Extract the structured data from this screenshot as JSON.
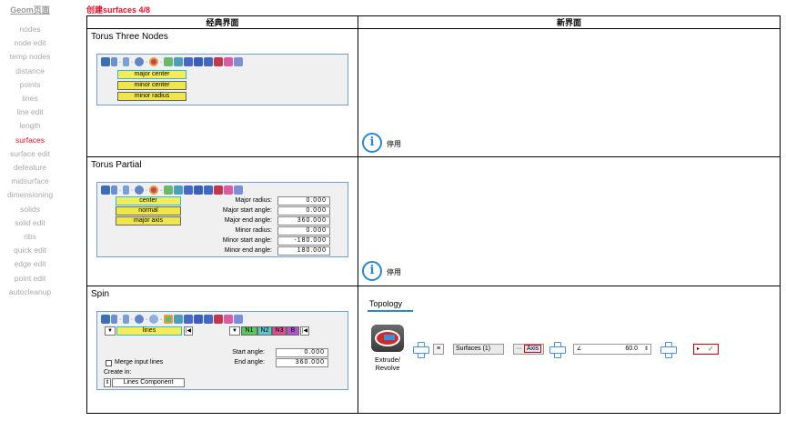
{
  "sidebar": {
    "title": "Geom页面",
    "items": [
      "nodes",
      "node edit",
      "temp nodes",
      "distance",
      "points",
      "lines",
      "line edit",
      "length",
      "surfaces",
      "surface edit",
      "defeature",
      "midsurface",
      "dimensioning",
      "solids",
      "solid edit",
      "ribs",
      "quick edit",
      "edge edit",
      "point edit",
      "autocleanup"
    ],
    "active": "surfaces"
  },
  "page_title": "创建surfaces 4/8",
  "table": {
    "col_classic": "经典界面",
    "col_new": "新界面"
  },
  "row1": {
    "title": "Torus Three Nodes",
    "buttons": [
      "major center",
      "minor center",
      "minor radius"
    ],
    "info": "停用"
  },
  "row2": {
    "title": "Torus Partial",
    "buttons": [
      "center",
      "normal",
      "major axis"
    ],
    "fields": [
      {
        "label": "Major radius:",
        "value": "0.000"
      },
      {
        "label": "Major start angle:",
        "value": "0.000"
      },
      {
        "label": "Major end angle:",
        "value": "360.000"
      },
      {
        "label": "Minor radius:",
        "value": "0.000"
      },
      {
        "label": "Minor start angle:",
        "value": "-180.000"
      },
      {
        "label": "Minor end angle:",
        "value": "180.000"
      }
    ],
    "info": "停用"
  },
  "row3": {
    "title": "Spin",
    "lines_label": "lines",
    "n1": "N1",
    "n2": "N2",
    "n3": "N3",
    "b": "B",
    "start_label": "Start angle:",
    "start_value": "0.000",
    "end_label": "End angle:",
    "end_value": "360.000",
    "merge_label": "Merge input lines",
    "create_label": "Create in:",
    "create_value": "Lines Component",
    "new": {
      "tab": "Topology",
      "tool_label": "Extrude/ Revolve",
      "surfaces_chip": "Surfaces (1)",
      "axis_chip": "Axis",
      "angle_value": "60.0"
    }
  }
}
